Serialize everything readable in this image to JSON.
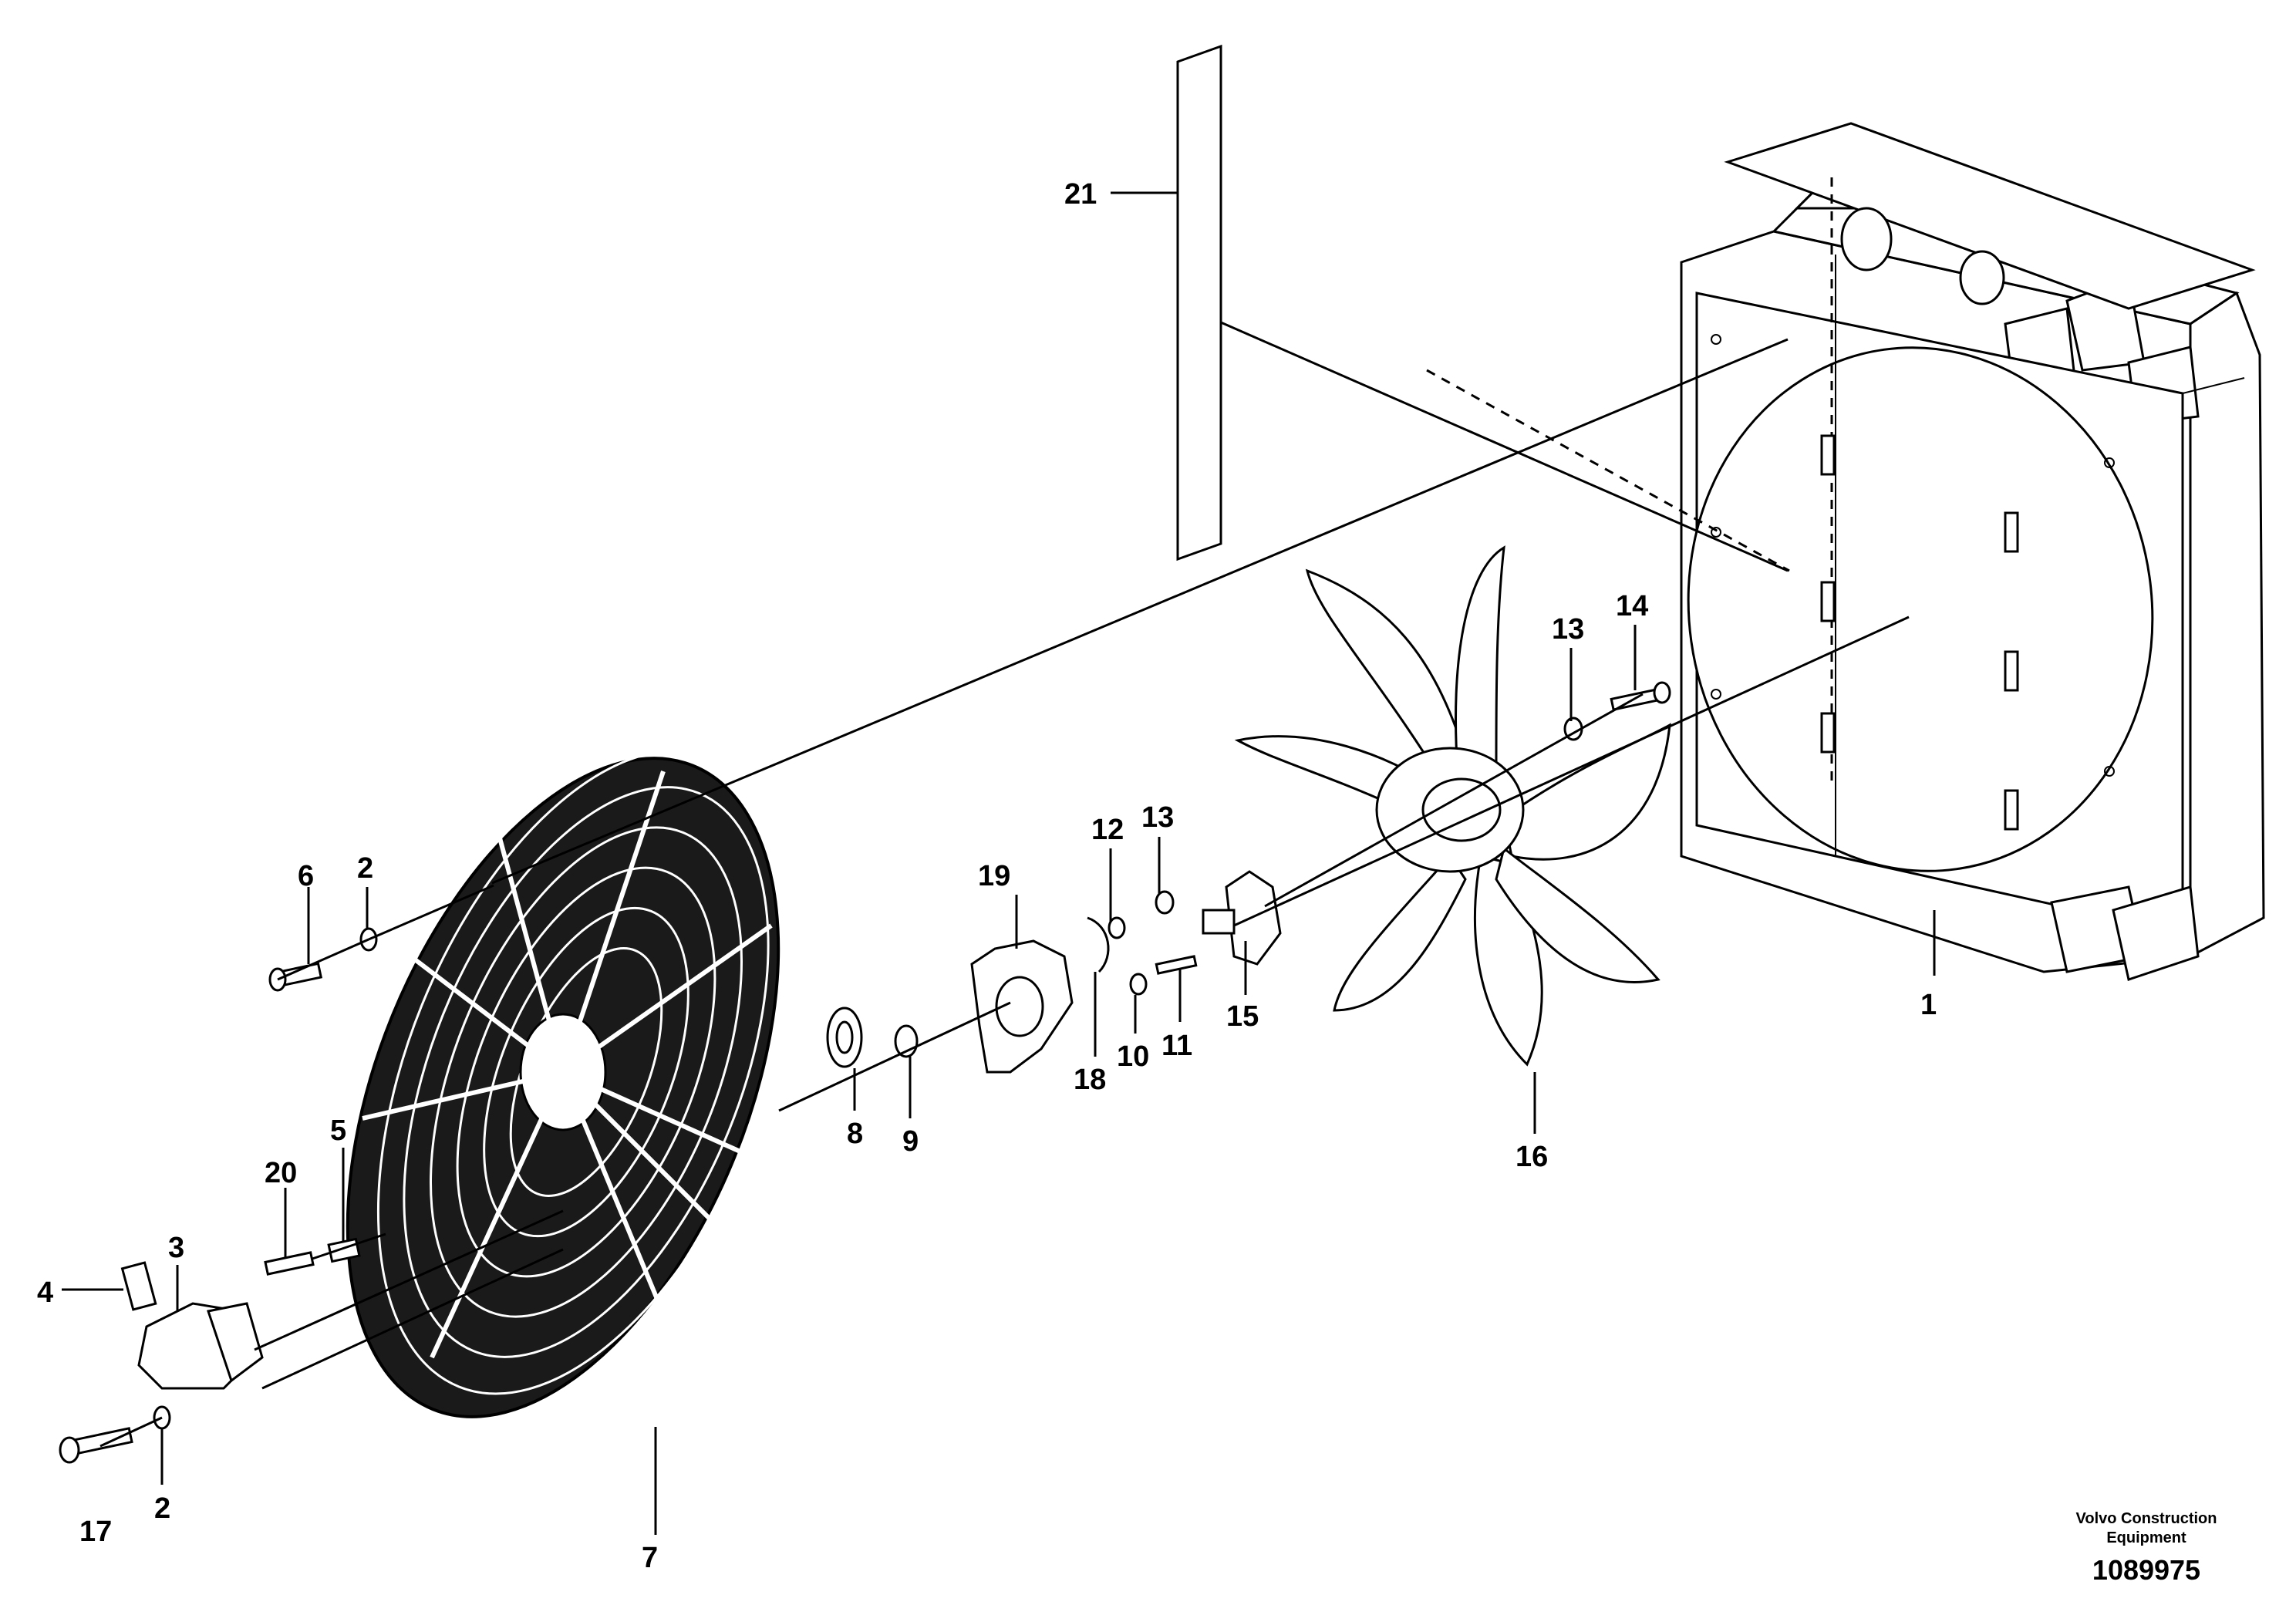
{
  "callouts": {
    "c1": "1",
    "c2a": "2",
    "c2b": "2",
    "c3": "3",
    "c4": "4",
    "c5": "5",
    "c6": "6",
    "c7": "7",
    "c8": "8",
    "c9": "9",
    "c10": "10",
    "c11": "11",
    "c12": "12",
    "c13a": "13",
    "c13b": "13",
    "c14": "14",
    "c15": "15",
    "c16": "16",
    "c17": "17",
    "c18": "18",
    "c19": "19",
    "c20": "20",
    "c21": "21"
  },
  "caption": {
    "line1": "Volvo Construction",
    "line2": "Equipment",
    "figure_number": "1089975"
  }
}
